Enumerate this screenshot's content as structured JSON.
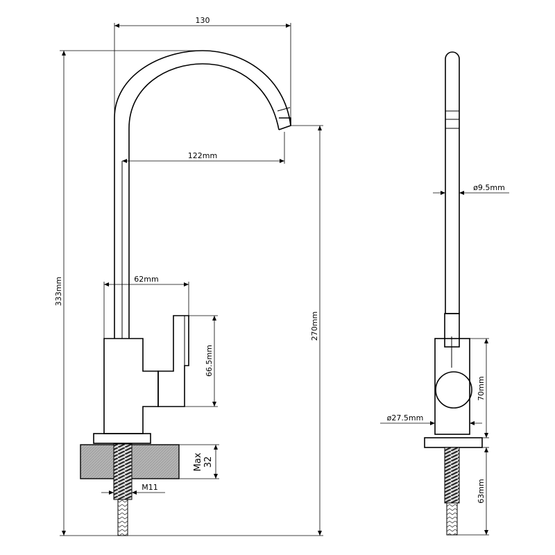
{
  "front_view": {
    "dims": {
      "width_top": "130",
      "spout_reach": "122mm",
      "body_width": "62mm",
      "lever_height": "66.5mm",
      "total_height": "333mm",
      "spout_height": "270mm",
      "thread": "M11",
      "max_label": "Max",
      "max_value": "32"
    }
  },
  "side_view": {
    "dims": {
      "pipe_diameter": "ø9.5mm",
      "base_diameter": "ø27.5mm",
      "body_height": "70mm",
      "shank_length": "63mm"
    }
  }
}
